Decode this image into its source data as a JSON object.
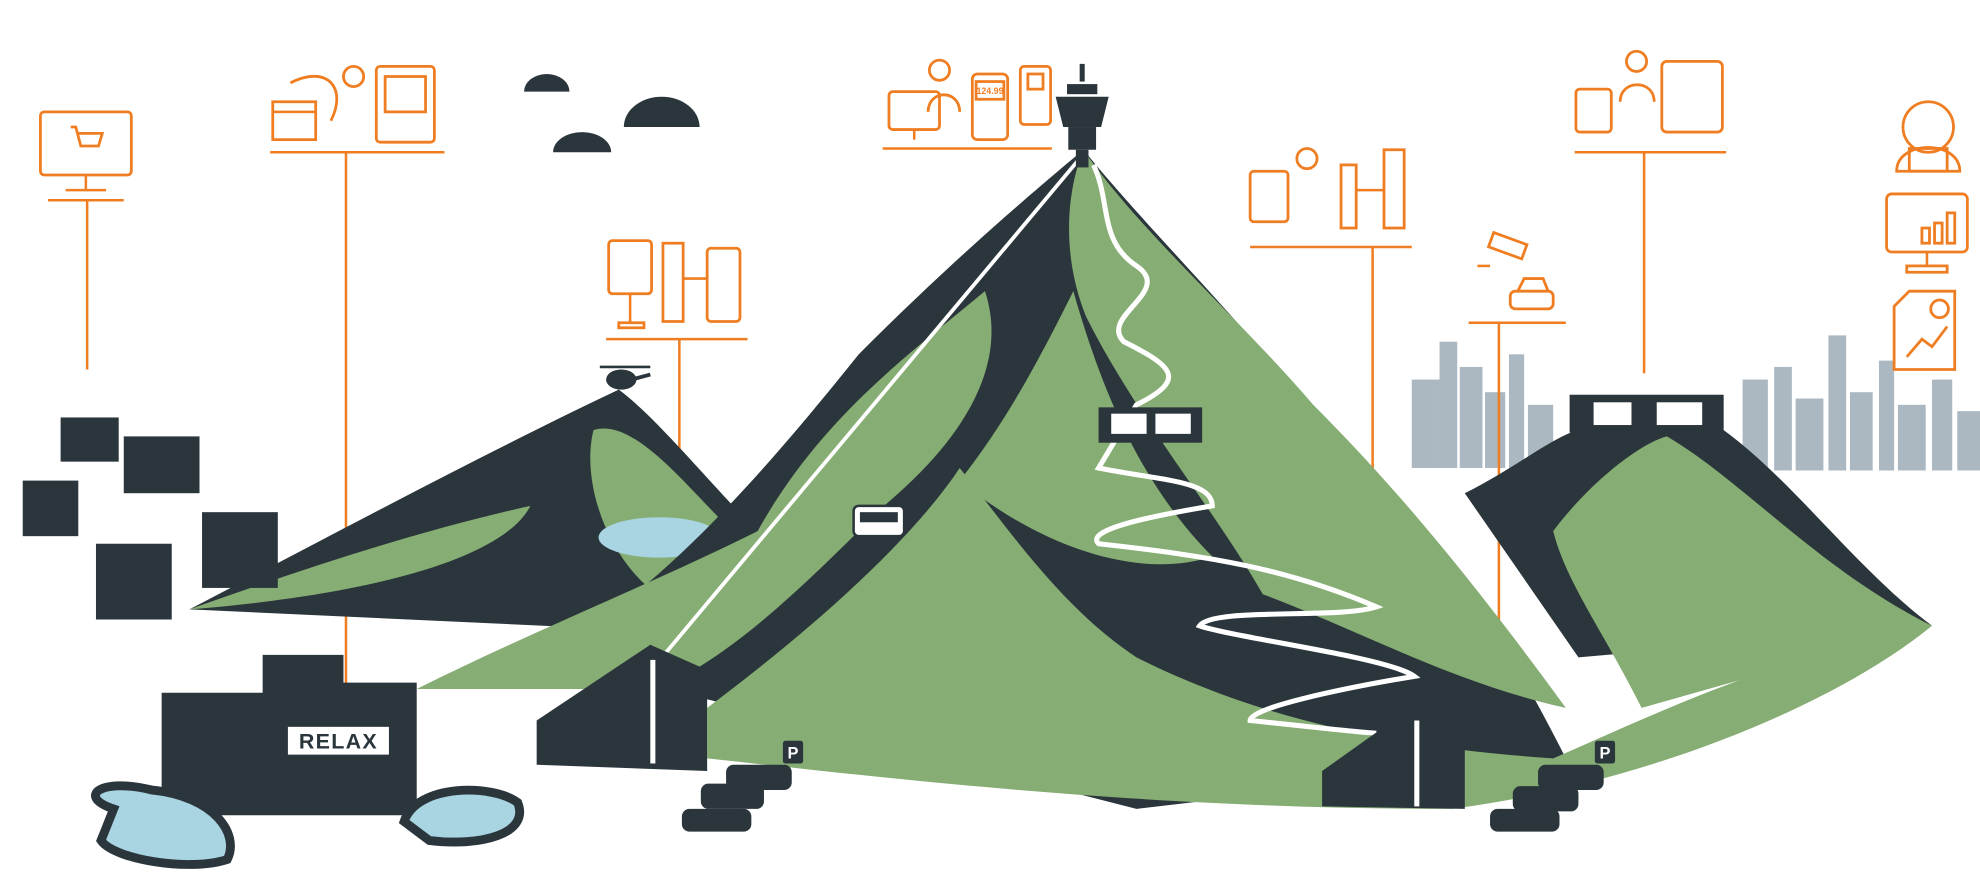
{
  "scene": {
    "hotel_sign": "RELAX",
    "pos_price": "124.99",
    "parking_left": "P",
    "parking_right": "P"
  },
  "colors": {
    "accent": "#ef7d22",
    "mountain_green": "#86ad73",
    "mountain_dark": "#2b363c",
    "water": "#a9d4e2"
  },
  "icons": [
    "shopping-cart-monitor-icon",
    "booking-calendar-icon",
    "vending-kiosk-icon",
    "paragliders-icon",
    "ticket-kiosk-icon",
    "turnstile-gate-icon",
    "pos-terminal-icon",
    "cashier-icon",
    "mobile-ticket-icon",
    "control-tower-icon",
    "pos-station-icon",
    "access-gate-icon",
    "security-camera-icon",
    "car-icon",
    "payment-terminal-icon",
    "support-agent-icon",
    "analytics-monitor-icon",
    "report-chart-icon",
    "helicopter-icon",
    "cable-car-icon",
    "hotel-icon",
    "parking-icon"
  ]
}
